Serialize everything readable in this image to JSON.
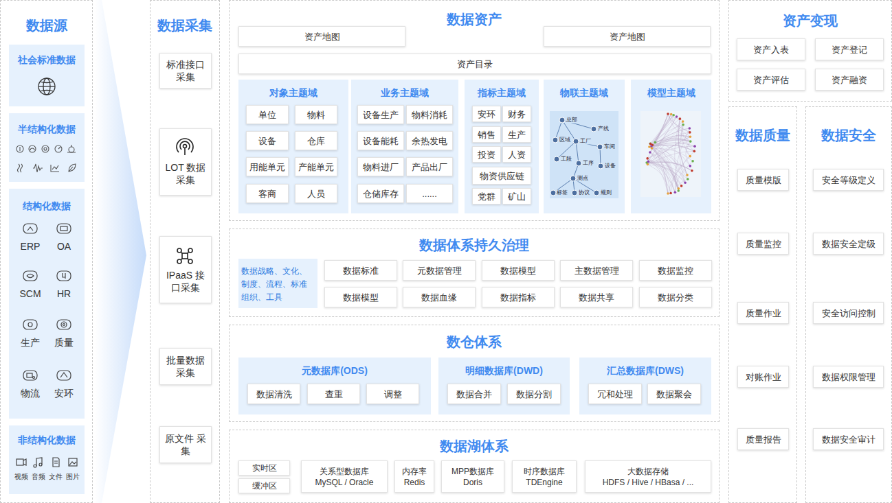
{
  "diagram": {
    "nodes": [
      {
        "text": [
          "数据源"
        ]
      },
      {
        "text": [
          "社会标准数据"
        ],
        "in": 0
      },
      {
        "text": [
          "半结构化数据"
        ],
        "in": 0
      },
      {
        "text": [
          "结构化数据"
        ],
        "in": 0
      },
      {
        "text": [
          "非结构化数据"
        ],
        "in": 0
      },
      {
        "text": [
          "数据采集"
        ]
      },
      {
        "text": [
          "标准接口 采集"
        ],
        "in": 5
      },
      {
        "text": [
          "LOT 数据采集"
        ],
        "in": 5
      },
      {
        "text": [
          "IPaaS 接口采集"
        ],
        "in": 5
      },
      {
        "text": [
          "批量数据 采集"
        ],
        "in": 5
      },
      {
        "text": [
          "原文件 采集"
        ],
        "in": 5
      },
      {
        "text": [
          "数据资产"
        ]
      },
      {
        "text": [
          "资产地图"
        ],
        "in": 11
      },
      {
        "text": [
          "资产地图"
        ],
        "in": 11
      },
      {
        "text": [
          "资产目录"
        ],
        "in": 11
      },
      {
        "text": [
          "对象主题域"
        ],
        "in": 11
      },
      {
        "text": [
          "单位"
        ],
        "in": 15
      },
      {
        "text": [
          "物料"
        ],
        "in": 15
      },
      {
        "text": [
          "设备"
        ],
        "in": 15
      },
      {
        "text": [
          "仓库"
        ],
        "in": 15
      },
      {
        "text": [
          "用能单元"
        ],
        "in": 15
      },
      {
        "text": [
          "产能单元"
        ],
        "in": 15
      },
      {
        "text": [
          "客商"
        ],
        "in": 15
      },
      {
        "text": [
          "人员"
        ],
        "in": 15
      },
      {
        "text": [
          "业务主题域"
        ],
        "in": 11
      },
      {
        "text": [
          "设备生产"
        ],
        "in": 24
      },
      {
        "text": [
          "物料消耗"
        ],
        "in": 24
      },
      {
        "text": [
          "设备能耗"
        ],
        "in": 24
      },
      {
        "text": [
          "余热发电"
        ],
        "in": 24
      },
      {
        "text": [
          "物料进厂"
        ],
        "in": 24
      },
      {
        "text": [
          "产品出厂"
        ],
        "in": 24
      },
      {
        "text": [
          "仓储库存"
        ],
        "in": 24
      },
      {
        "text": [
          "......"
        ],
        "in": 24
      },
      {
        "text": [
          "指标主题域"
        ],
        "in": 11
      },
      {
        "text": [
          "安环"
        ],
        "in": 33
      },
      {
        "text": [
          "财务"
        ],
        "in": 33
      },
      {
        "text": [
          "销售"
        ],
        "in": 33
      },
      {
        "text": [
          "生产"
        ],
        "in": 33
      },
      {
        "text": [
          "投资"
        ],
        "in": 33
      },
      {
        "text": [
          "人资"
        ],
        "in": 33
      },
      {
        "text": [
          "物资供应链"
        ],
        "in": 33
      },
      {
        "text": [
          "党群"
        ],
        "in": 33
      },
      {
        "text": [
          "矿山"
        ],
        "in": 33
      },
      {
        "text": [
          "物联主题域"
        ],
        "in": 11
      },
      {
        "text": [
          "模型主题域"
        ],
        "in": 11
      },
      {
        "text": [
          "数据体系持久治理"
        ]
      },
      {
        "text": [
          "数据战略、文化、 制度、流程、标准 组织、工具"
        ],
        "in": 45
      },
      {
        "text": [
          "数据标准"
        ],
        "in": 45
      },
      {
        "text": [
          "元数据管理"
        ],
        "in": 45
      },
      {
        "text": [
          "数据模型"
        ],
        "in": 45
      },
      {
        "text": [
          "主数据管理"
        ],
        "in": 45
      },
      {
        "text": [
          "数据监控"
        ],
        "in": 45
      },
      {
        "text": [
          "数据模型"
        ],
        "in": 45
      },
      {
        "text": [
          "数据血缘"
        ],
        "in": 45
      },
      {
        "text": [
          "数据指标"
        ],
        "in": 45
      },
      {
        "text": [
          "数据共享"
        ],
        "in": 45
      },
      {
        "text": [
          "数据分类"
        ],
        "in": 45
      },
      {
        "text": [
          "数仓体系"
        ]
      },
      {
        "text": [
          "元数据库(ODS)"
        ],
        "in": 57
      },
      {
        "text": [
          "数据清洗"
        ],
        "in": 58
      },
      {
        "text": [
          "查重"
        ],
        "in": 58
      },
      {
        "text": [
          "调整"
        ],
        "in": 58
      },
      {
        "text": [
          "明细数据库(DWD)"
        ],
        "in": 57
      },
      {
        "text": [
          "数据合并"
        ],
        "in": 62
      },
      {
        "text": [
          "数据分割"
        ],
        "in": 62
      },
      {
        "text": [
          "汇总数据库(DWS)"
        ],
        "in": 57
      },
      {
        "text": [
          "冗和处理"
        ],
        "in": 65
      },
      {
        "text": [
          "数据聚会"
        ],
        "in": 65
      },
      {
        "text": [
          "数据湖体系"
        ]
      },
      {
        "text": [
          "实时区"
        ],
        "in": 68
      },
      {
        "text": [
          "缓冲区"
        ],
        "in": 68
      },
      {
        "text": [
          "关系型数据库",
          "MySQL / Oracle"
        ],
        "in": 68
      },
      {
        "text": [
          "内存率",
          "Redis"
        ],
        "in": 68
      },
      {
        "text": [
          "MPP数据库",
          "Doris"
        ],
        "in": 68
      },
      {
        "text": [
          "时序数据库",
          "TDEngine"
        ],
        "in": 68
      },
      {
        "text": [
          "大数据存储",
          "HDFS / Hive / HBasa / ..."
        ],
        "in": 68
      },
      {
        "text": [
          "资产变现"
        ]
      },
      {
        "text": [
          "资产入表"
        ],
        "in": 76
      },
      {
        "text": [
          "资产登记"
        ],
        "in": 76
      },
      {
        "text": [
          "资产评估"
        ],
        "in": 76
      },
      {
        "text": [
          "资产融资"
        ],
        "in": 76
      },
      {
        "text": [
          "数据质量"
        ]
      },
      {
        "text": [
          "质量模版"
        ],
        "in": 81
      },
      {
        "text": [
          "质量监控"
        ],
        "in": 81
      },
      {
        "text": [
          "质量作业"
        ],
        "in": 81
      },
      {
        "text": [
          "对账作业"
        ],
        "in": 81
      },
      {
        "text": [
          "质量报告"
        ],
        "in": 81
      },
      {
        "text": [
          "数据安全"
        ]
      },
      {
        "text": [
          "安全等级定义"
        ],
        "in": 87
      },
      {
        "text": [
          "数据安全定级"
        ],
        "in": 87
      },
      {
        "text": [
          "安全访问控制"
        ],
        "in": 87
      },
      {
        "text": [
          "数据权限管理"
        ],
        "in": 87
      },
      {
        "text": [
          "数据安全审计"
        ],
        "in": 87
      }
    ],
    "labels": [
      "ERP",
      "OA",
      "SCM",
      "HR",
      "生产",
      "质量",
      "物流",
      "安环",
      "视频",
      "音频",
      "文件",
      "图片",
      "总部",
      "产线",
      "区域",
      "工厂",
      "车间",
      "工段",
      "工序",
      "设备",
      "测点",
      "标签",
      "协议",
      "规则"
    ]
  }
}
